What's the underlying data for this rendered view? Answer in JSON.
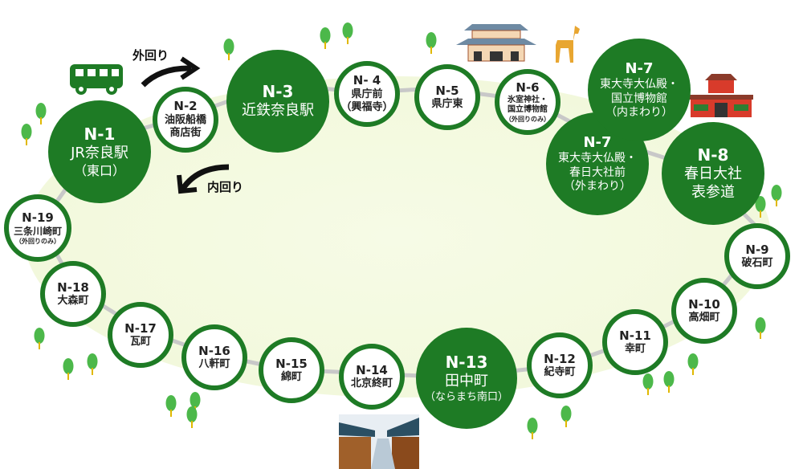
{
  "diagram": {
    "type": "bus-loop-route-map",
    "colors": {
      "primary_green": "#1e7b25",
      "route_line": "#c8c8c8",
      "field": "#f3f9de",
      "tree": "#4cb84a",
      "trunk": "#e0b800"
    },
    "direction_labels": {
      "outer": "外回り",
      "inner": "内回り"
    },
    "stations": [
      {
        "id": "N-1",
        "name": "JR奈良駅",
        "sub": "（東口）",
        "major": true
      },
      {
        "id": "N-2",
        "name": "油阪船橋",
        "sub": "商店街",
        "major": false
      },
      {
        "id": "N-3",
        "name": "近鉄奈良駅",
        "major": true
      },
      {
        "id": "N- 4",
        "name": "県庁前",
        "sub": "（興福寺）",
        "major": false
      },
      {
        "id": "N-5",
        "name": "県庁東",
        "major": false
      },
      {
        "id": "N-6",
        "name": "氷室神社・",
        "sub": "国立博物館",
        "note": "（外回りのみ）",
        "major": false
      },
      {
        "id": "N-7",
        "name": "東大寺大仏殿・",
        "sub": "国立博物館",
        "sub2": "（内まわり）",
        "major": true
      },
      {
        "id": "N-7",
        "name": "東大寺大仏殿・",
        "sub": "春日大社前",
        "sub2": "（外まわり）",
        "major": true
      },
      {
        "id": "N-8",
        "name": "春日大社",
        "sub": "表参道",
        "major": true
      },
      {
        "id": "N-9",
        "name": "破石町",
        "major": false
      },
      {
        "id": "N-10",
        "name": "高畑町",
        "major": false
      },
      {
        "id": "N-11",
        "name": "幸町",
        "major": false
      },
      {
        "id": "N-12",
        "name": "紀寺町",
        "major": false
      },
      {
        "id": "N-13",
        "name": "田中町",
        "sub": "（ならまち南口）",
        "major": true
      },
      {
        "id": "N-14",
        "name": "北京終町",
        "major": false
      },
      {
        "id": "N-15",
        "name": "綿町",
        "major": false
      },
      {
        "id": "N-16",
        "name": "八軒町",
        "major": false
      },
      {
        "id": "N-17",
        "name": "瓦町",
        "major": false
      },
      {
        "id": "N-18",
        "name": "大森町",
        "major": false
      },
      {
        "id": "N-19",
        "name": "三条川崎町",
        "note": "（外回りのみ）",
        "major": false
      }
    ],
    "icons": [
      "bus-icon",
      "todaiji-temple-icon",
      "deer-icon",
      "kasuga-shrine-icon",
      "naramachi-street-icon",
      "tree-icon"
    ]
  }
}
